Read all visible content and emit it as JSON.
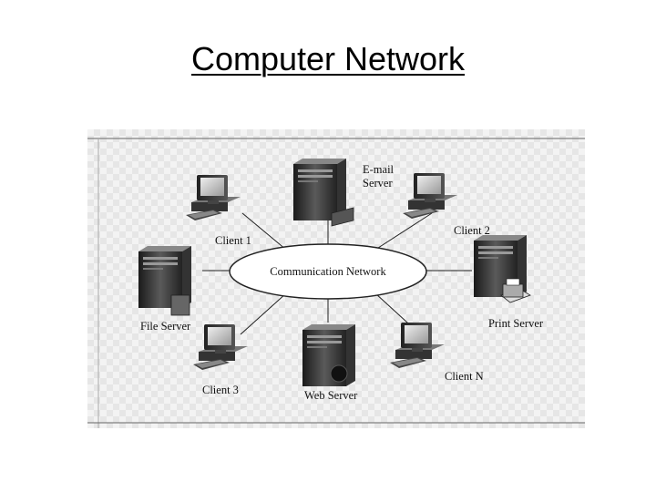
{
  "title": "Computer Network",
  "diagram": {
    "hub_label": "Communication Network",
    "nodes": {
      "email_server": {
        "label_line1": "E-mail",
        "label_line2": "Server",
        "icon": "server-icon"
      },
      "client_1": {
        "label": "Client 1",
        "icon": "workstation-icon"
      },
      "client_2": {
        "label": "Client 2",
        "icon": "workstation-icon"
      },
      "file_server": {
        "label": "File Server",
        "icon": "server-icon"
      },
      "print_server": {
        "label": "Print Server",
        "icon": "server-icon"
      },
      "client_3": {
        "label": "Client 3",
        "icon": "workstation-icon"
      },
      "web_server": {
        "label": "Web Server",
        "icon": "server-icon"
      },
      "client_n": {
        "label": "Client N",
        "icon": "workstation-icon"
      }
    }
  }
}
